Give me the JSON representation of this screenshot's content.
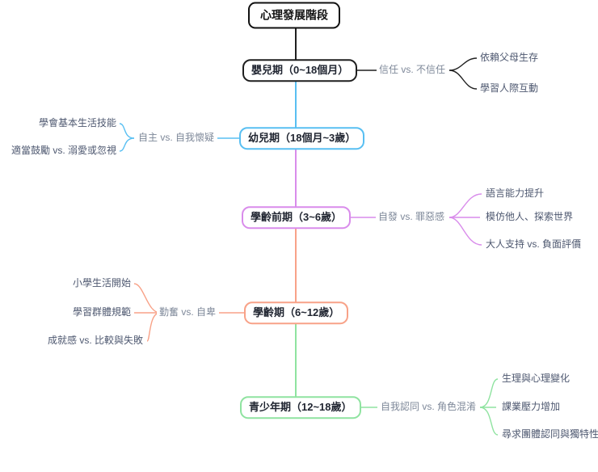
{
  "root": {
    "label": "心理發展階段"
  },
  "text_colors": {
    "crisis": "#7e8899",
    "detail": "#4e5870",
    "stage": "#1f2430"
  },
  "stages": [
    {
      "name": "infancy",
      "label": "嬰兒期（0~18個月）",
      "color": "#1f1f1f",
      "crisis": "信任 vs. 不信任",
      "details": [
        "依賴父母生存",
        "學習人際互動"
      ]
    },
    {
      "name": "toddlerhood",
      "label": "幼兒期（18個月~3歲）",
      "color": "#58bff2",
      "crisis": "自主 vs. 自我懷疑",
      "details": [
        "學會基本生活技能",
        "適當鼓勵 vs. 溺愛或忽視"
      ]
    },
    {
      "name": "preschool",
      "label": "學齡前期（3~6歲）",
      "color": "#d98ceb",
      "crisis": "自發 vs. 罪惡感",
      "details": [
        "語言能力提升",
        "模仿他人、探索世界",
        "大人支持 vs. 負面評價"
      ]
    },
    {
      "name": "school-age",
      "label": "學齡期（6~12歲）",
      "color": "#f8a288",
      "crisis": "勤奮 vs. 自卑",
      "details": [
        "小學生活開始",
        "學習群體規範",
        "成就感 vs. 比較與失敗"
      ]
    },
    {
      "name": "adolescence",
      "label": "青少年期（12~18歲）",
      "color": "#8fe3a0",
      "crisis": "自我認同 vs. 角色混淆",
      "details": [
        "生理與心理變化",
        "課業壓力增加",
        "尋求團體認同與獨特性"
      ]
    }
  ]
}
